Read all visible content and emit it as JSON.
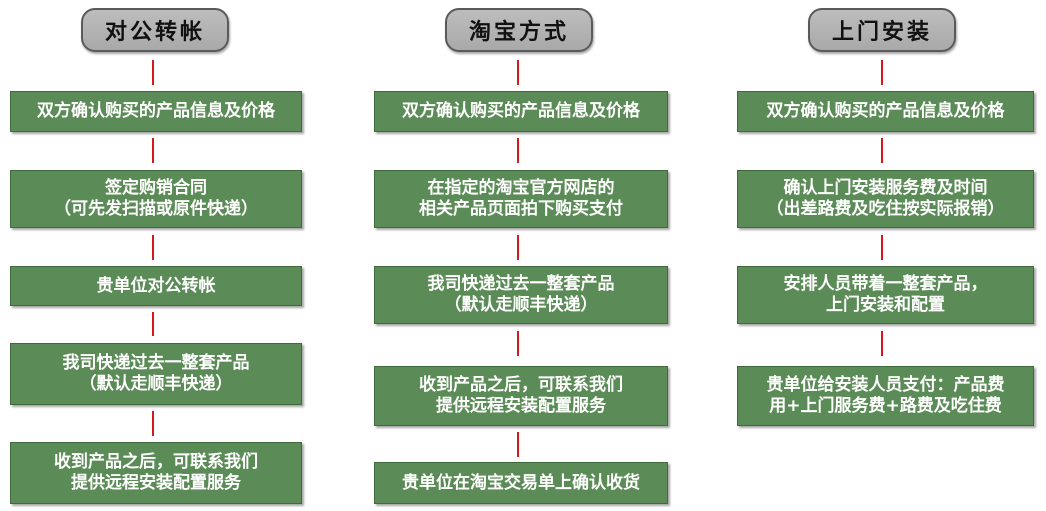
{
  "columns": [
    {
      "title": "对公转帐",
      "steps": [
        "双方确认购买的产品信息及价格",
        "签定购销合同\n（可先发扫描或原件快递）",
        "贵单位对公转帐",
        "我司快递过去一整套产品\n（默认走顺丰快递）",
        "收到产品之后，可联系我们\n提供远程安装配置服务"
      ]
    },
    {
      "title": "淘宝方式",
      "steps": [
        "双方确认购买的产品信息及价格",
        "在指定的淘宝官方网店的\n相关产品页面拍下购买支付",
        "我司快递过去一整套产品\n（默认走顺丰快递）",
        "收到产品之后，可联系我们\n提供远程安装配置服务",
        "贵单位在淘宝交易单上确认收货"
      ]
    },
    {
      "title": "上门安装",
      "steps": [
        "双方确认购买的产品信息及价格",
        "确认上门安装服务费及时间\n（出差路费及吃住按实际报销）",
        "安排人员带着一整套产品，\n上门安装和配置",
        "贵单位给安装人员支付：产品费\n用+上门服务费+路费及吃住费"
      ]
    }
  ]
}
